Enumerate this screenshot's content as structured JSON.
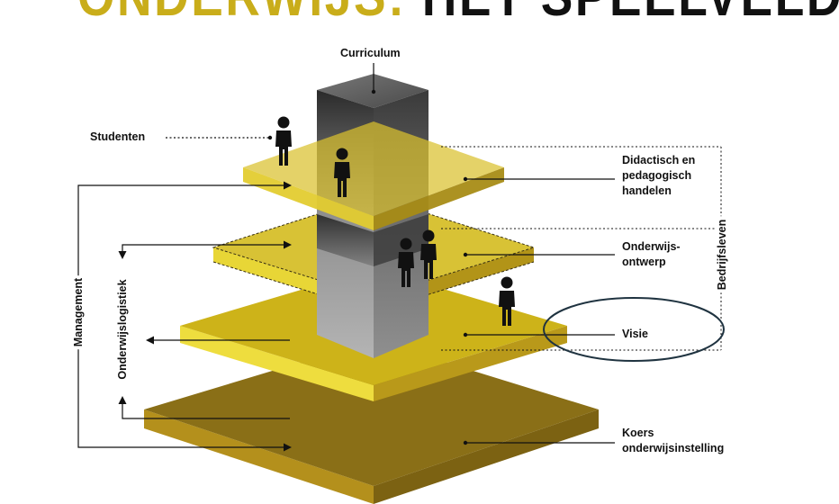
{
  "headline": {
    "word1": "ONDERWIJS:",
    "word2": "HET SPEELVELD"
  },
  "labels": {
    "curriculum": "Curriculum",
    "studenten": "Studenten",
    "didactisch": "Didactisch en pedagogisch handelen",
    "didactisch_lines": [
      "Didactisch en",
      "pedagogisch",
      "handelen"
    ],
    "onderwijsontwerp_lines": [
      "Onderwijs-",
      "ontwerp"
    ],
    "visie": "Visie",
    "koers_lines": [
      "Koers",
      "onderwijsinstelling"
    ],
    "bedrijfsleven": "Bedrijfsleven",
    "management": "Management",
    "onderwijslogistiek": "Onderwijslogistiek"
  },
  "colors": {
    "accent_yellow": "#c9ad1a",
    "layer_top": "#d9c12e",
    "layer_mid": "#cdb319",
    "layer_bottom": "#8a6f17",
    "column_dark": "#2e2e2e",
    "column_light": "#9a9a9a",
    "outline": "#1f3340",
    "text": "#111111"
  }
}
